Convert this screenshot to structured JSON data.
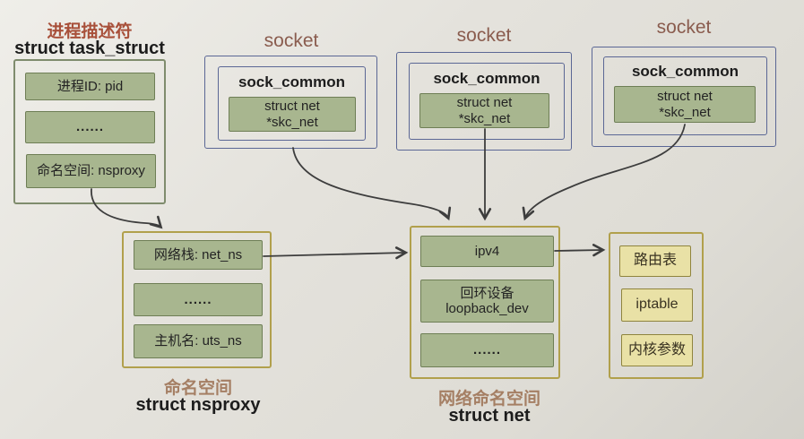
{
  "task_struct": {
    "label_cn": "进程描述符",
    "label_en": "struct task_struct",
    "rows": [
      "进程ID: pid",
      "......",
      "命名空间: nsproxy"
    ]
  },
  "sockets": [
    {
      "title": "socket",
      "struct_name": "sock_common",
      "field": {
        "line1": "struct net",
        "line2": "*skc_net"
      }
    },
    {
      "title": "socket",
      "struct_name": "sock_common",
      "field": {
        "line1": "struct net",
        "line2": "*skc_net"
      }
    },
    {
      "title": "socket",
      "struct_name": "sock_common",
      "field": {
        "line1": "struct net",
        "line2": "*skc_net"
      }
    }
  ],
  "nsproxy": {
    "rows": [
      "网络栈: net_ns",
      "......",
      "主机名: uts_ns"
    ],
    "label_cn": "命名空间",
    "label_en": "struct nsproxy"
  },
  "net": {
    "rows": [
      {
        "line1": "ipv4"
      },
      {
        "line1": "回环设备",
        "line2": "loopback_dev"
      },
      {
        "line1": "......"
      }
    ],
    "label_cn": "网络命名空间",
    "label_en": "struct net"
  },
  "net_tables": {
    "items": [
      "路由表",
      "iptable",
      "内核参数"
    ]
  },
  "colors": {
    "paper_bg": "#e4e2dc",
    "green_fill": "#a8b68f",
    "green_border": "#6e7e55",
    "blue_border": "#5b6795",
    "olive_border": "#b1a04c",
    "khaki_fill": "#e9e1a6",
    "khaki_border": "#8f843e",
    "arrow": "#3d3d3d",
    "label_red": "#a8503a",
    "label_brown": "#8a5c4e",
    "label_tan": "#a57f64"
  }
}
